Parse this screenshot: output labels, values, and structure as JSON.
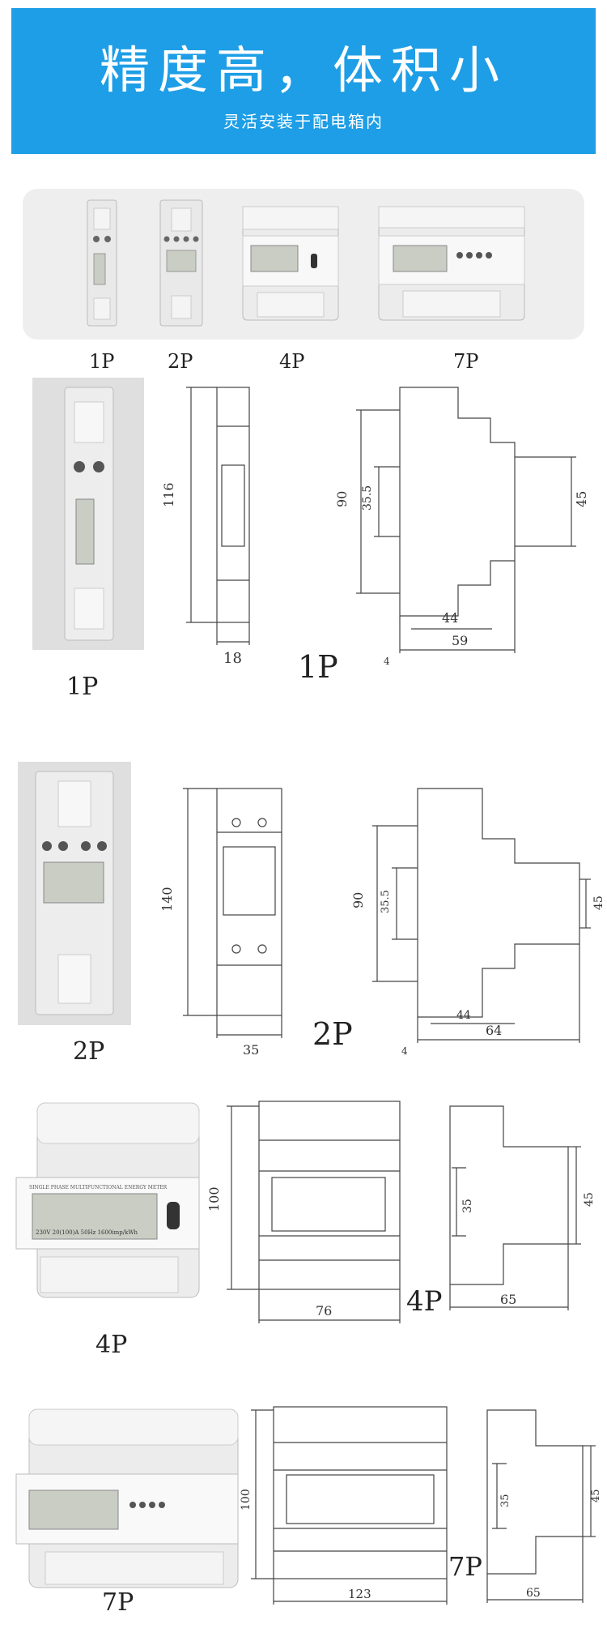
{
  "banner": {
    "title": "精度高，体积小",
    "subtitle": "灵活安装于配电箱内"
  },
  "product_strip": {
    "labels": [
      "1P",
      "2P",
      "4P",
      "7P"
    ]
  },
  "section_1p": {
    "photo_label": "1P",
    "drawing_label": "1P",
    "dims": {
      "height": "116",
      "width": "18",
      "side_height": "90",
      "inner": "35.5",
      "right": "45",
      "bottom_inner": "44",
      "bottom_total": "59",
      "offset": "4"
    }
  },
  "section_2p": {
    "photo_label": "2P",
    "drawing_label": "2P",
    "dims": {
      "height": "140",
      "width": "35",
      "side_height": "90",
      "inner": "35.5",
      "right": "45",
      "bottom_inner": "44",
      "bottom_total": "64",
      "offset": "4"
    }
  },
  "section_4p": {
    "photo_label": "4P",
    "drawing_label": "4P",
    "dims": {
      "height": "100",
      "width": "76",
      "inner": "35",
      "right": "45",
      "bottom_total": "65"
    },
    "meter_text": "230V 20(100)A 50Hz 1600imp/kWh",
    "meter_header": "SINGLE PHASE MULTIFUNCTIONAL ENERGY METER"
  },
  "section_7p": {
    "photo_label": "7P",
    "drawing_label": "7P",
    "dims": {
      "height": "100",
      "width": "123",
      "inner": "35",
      "right": "45",
      "bottom_total": "65"
    }
  },
  "colors": {
    "banner": "#1e9ee6",
    "strip": "#eeeeee",
    "device": "#e6e6e6",
    "lcd": "#c9cdc4"
  }
}
